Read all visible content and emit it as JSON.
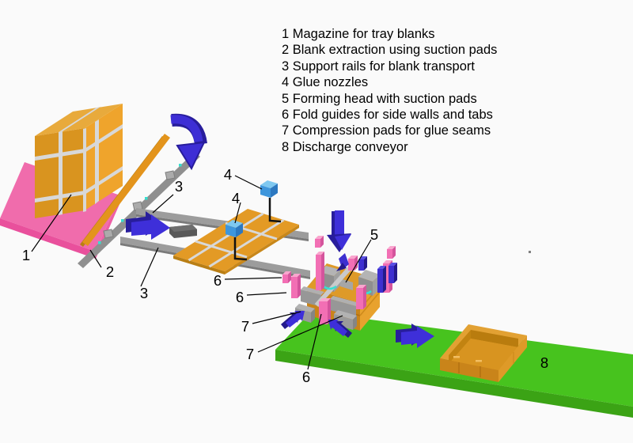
{
  "legend": {
    "items": [
      "1 Magazine for tray blanks",
      "2 Blank extraction using suction pads",
      "3 Support rails for blank transport",
      "4 Glue nozzles",
      "5 Forming head with suction pads",
      "6 Fold guides for side walls and tabs",
      "7 Compression pads for glue seams",
      "8 Discharge conveyor"
    ]
  },
  "callouts": [
    "1",
    "2",
    "3",
    "3",
    "4",
    "4",
    "5",
    "6",
    "6",
    "7",
    "7",
    "6",
    "8"
  ],
  "colors": {
    "background": "#FAFAFA",
    "blank_orange_front": "#D9941F",
    "blank_orange_top": "#E8AA3C",
    "blank_orange_side": "#EFA42C",
    "magazine_pallet_pink": "#F06CAC",
    "fold_guide_pink": "#F26FB4",
    "arrow_blue": "#3E2FD9",
    "arrow_blue_dark": "#281D9C",
    "glue_nozzle_blue": "#3E96DC",
    "conveyor_green_top": "#47C31E",
    "conveyor_green_front": "#3BA315",
    "rail_gray": "#9C9C9C",
    "suction_pad_cyan": "#35E0D0",
    "strap_gray": "#D8D8D8",
    "text": "#000000"
  }
}
